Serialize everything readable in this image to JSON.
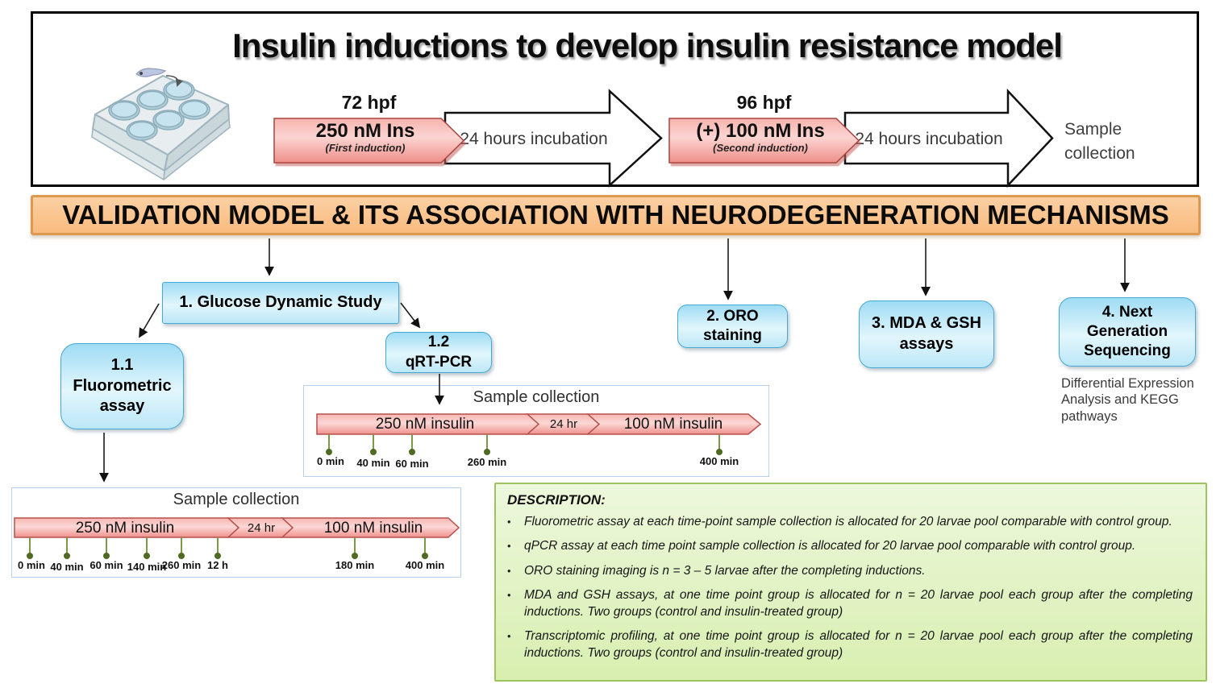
{
  "top_section": {
    "title": "Insulin inductions to develop insulin resistance model",
    "stage1": {
      "time": "72 hpf",
      "label": "250 nM Ins",
      "sublabel": "(First induction)"
    },
    "incubation1": "24 hours incubation",
    "stage2": {
      "time": "96 hpf",
      "label": "(+) 100 nM Ins",
      "sublabel": "(Second induction)"
    },
    "incubation2": "24 hours incubation",
    "end_label": "Sample\ncollection",
    "plate_icon": "six-well-plate-with-zebrafish-larva"
  },
  "banner": {
    "title": "VALIDATION MODEL & ITS ASSOCIATION WITH NEURODEGENERATION MECHANISMS"
  },
  "boxes": {
    "glucose": "1. Glucose Dynamic Study",
    "fluorometric": "1.1\nFluorometric\nassay",
    "qrtpcr": "1.2\nqRT-PCR",
    "oro": "2. ORO\nstaining",
    "mda": "3. MDA & GSH\nassays",
    "ngs": "4. Next\nGeneration\nSequencing",
    "ngs_note": "Differential Expression\nAnalysis and KEGG\npathways"
  },
  "timelines": {
    "fluorometric": {
      "title": "Sample collection",
      "segments": [
        "250 nM insulin",
        "24 hr",
        "100 nM insulin"
      ],
      "ticks": [
        "0 min",
        "40 min",
        "60 min",
        "140 min",
        "260 min",
        "12 h",
        "180 min",
        "400 min"
      ]
    },
    "qpcr": {
      "title": "Sample collection",
      "segments": [
        "250 nM insulin",
        "24 hr",
        "100 nM insulin"
      ],
      "ticks": [
        "0 min",
        "40 min",
        "60 min",
        "260 min",
        "400 min"
      ]
    }
  },
  "description": {
    "heading": "DESCRIPTION:",
    "bullets": [
      "Fluorometric assay at each time-point sample collection is allocated for 20 larvae pool comparable with control group.",
      "qPCR assay at each time point sample collection is allocated for 20 larvae pool comparable with control group.",
      "ORO staining imaging is n = 3 – 5 larvae after the completing inductions.",
      "MDA and GSH assays, at one time point group is allocated for n = 20 larvae pool each group after the completing inductions. Two groups (control and insulin-treated group)",
      "Transcriptomic profiling, at one time point group is allocated for n = 20 larvae pool each group after the completing inductions. Two groups (control and insulin-treated group)"
    ]
  },
  "colors": {
    "pink_fill": "#F5A9A5",
    "pink_border": "#A84440",
    "blue_fill": "#A5DFF5",
    "blue_border": "#45A9D6",
    "orange_fill": "#FAC48E",
    "orange_border": "#DE9950",
    "green_fill": "#DDF0BA",
    "green_border": "#9DC45F",
    "olive_tick": "#73903E"
  }
}
